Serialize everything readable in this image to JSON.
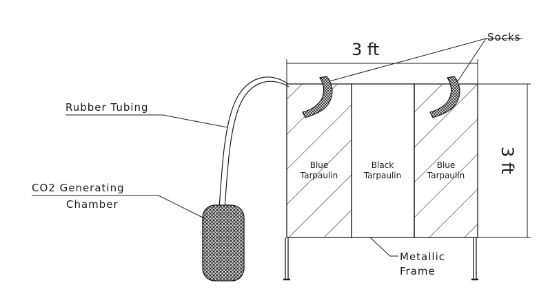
{
  "labels": {
    "socks": "Socks",
    "rubber_tubing": "Rubber Tubing",
    "co2_line1": "CO2 Generating",
    "co2_line2": "Chamber",
    "metallic_line1": "Metallic",
    "metallic_line2": "Frame",
    "width_dim": "3  ft",
    "height_dim": "3 ft"
  },
  "panels": [
    {
      "line1": "Blue",
      "line2": "Tarpaulin"
    },
    {
      "line1": "Black",
      "line2": "Tarpaulin"
    },
    {
      "line1": "Blue",
      "line2": "Tarpaulin"
    }
  ],
  "colors": {
    "line": "#1a1a1a",
    "background": "#ffffff"
  }
}
